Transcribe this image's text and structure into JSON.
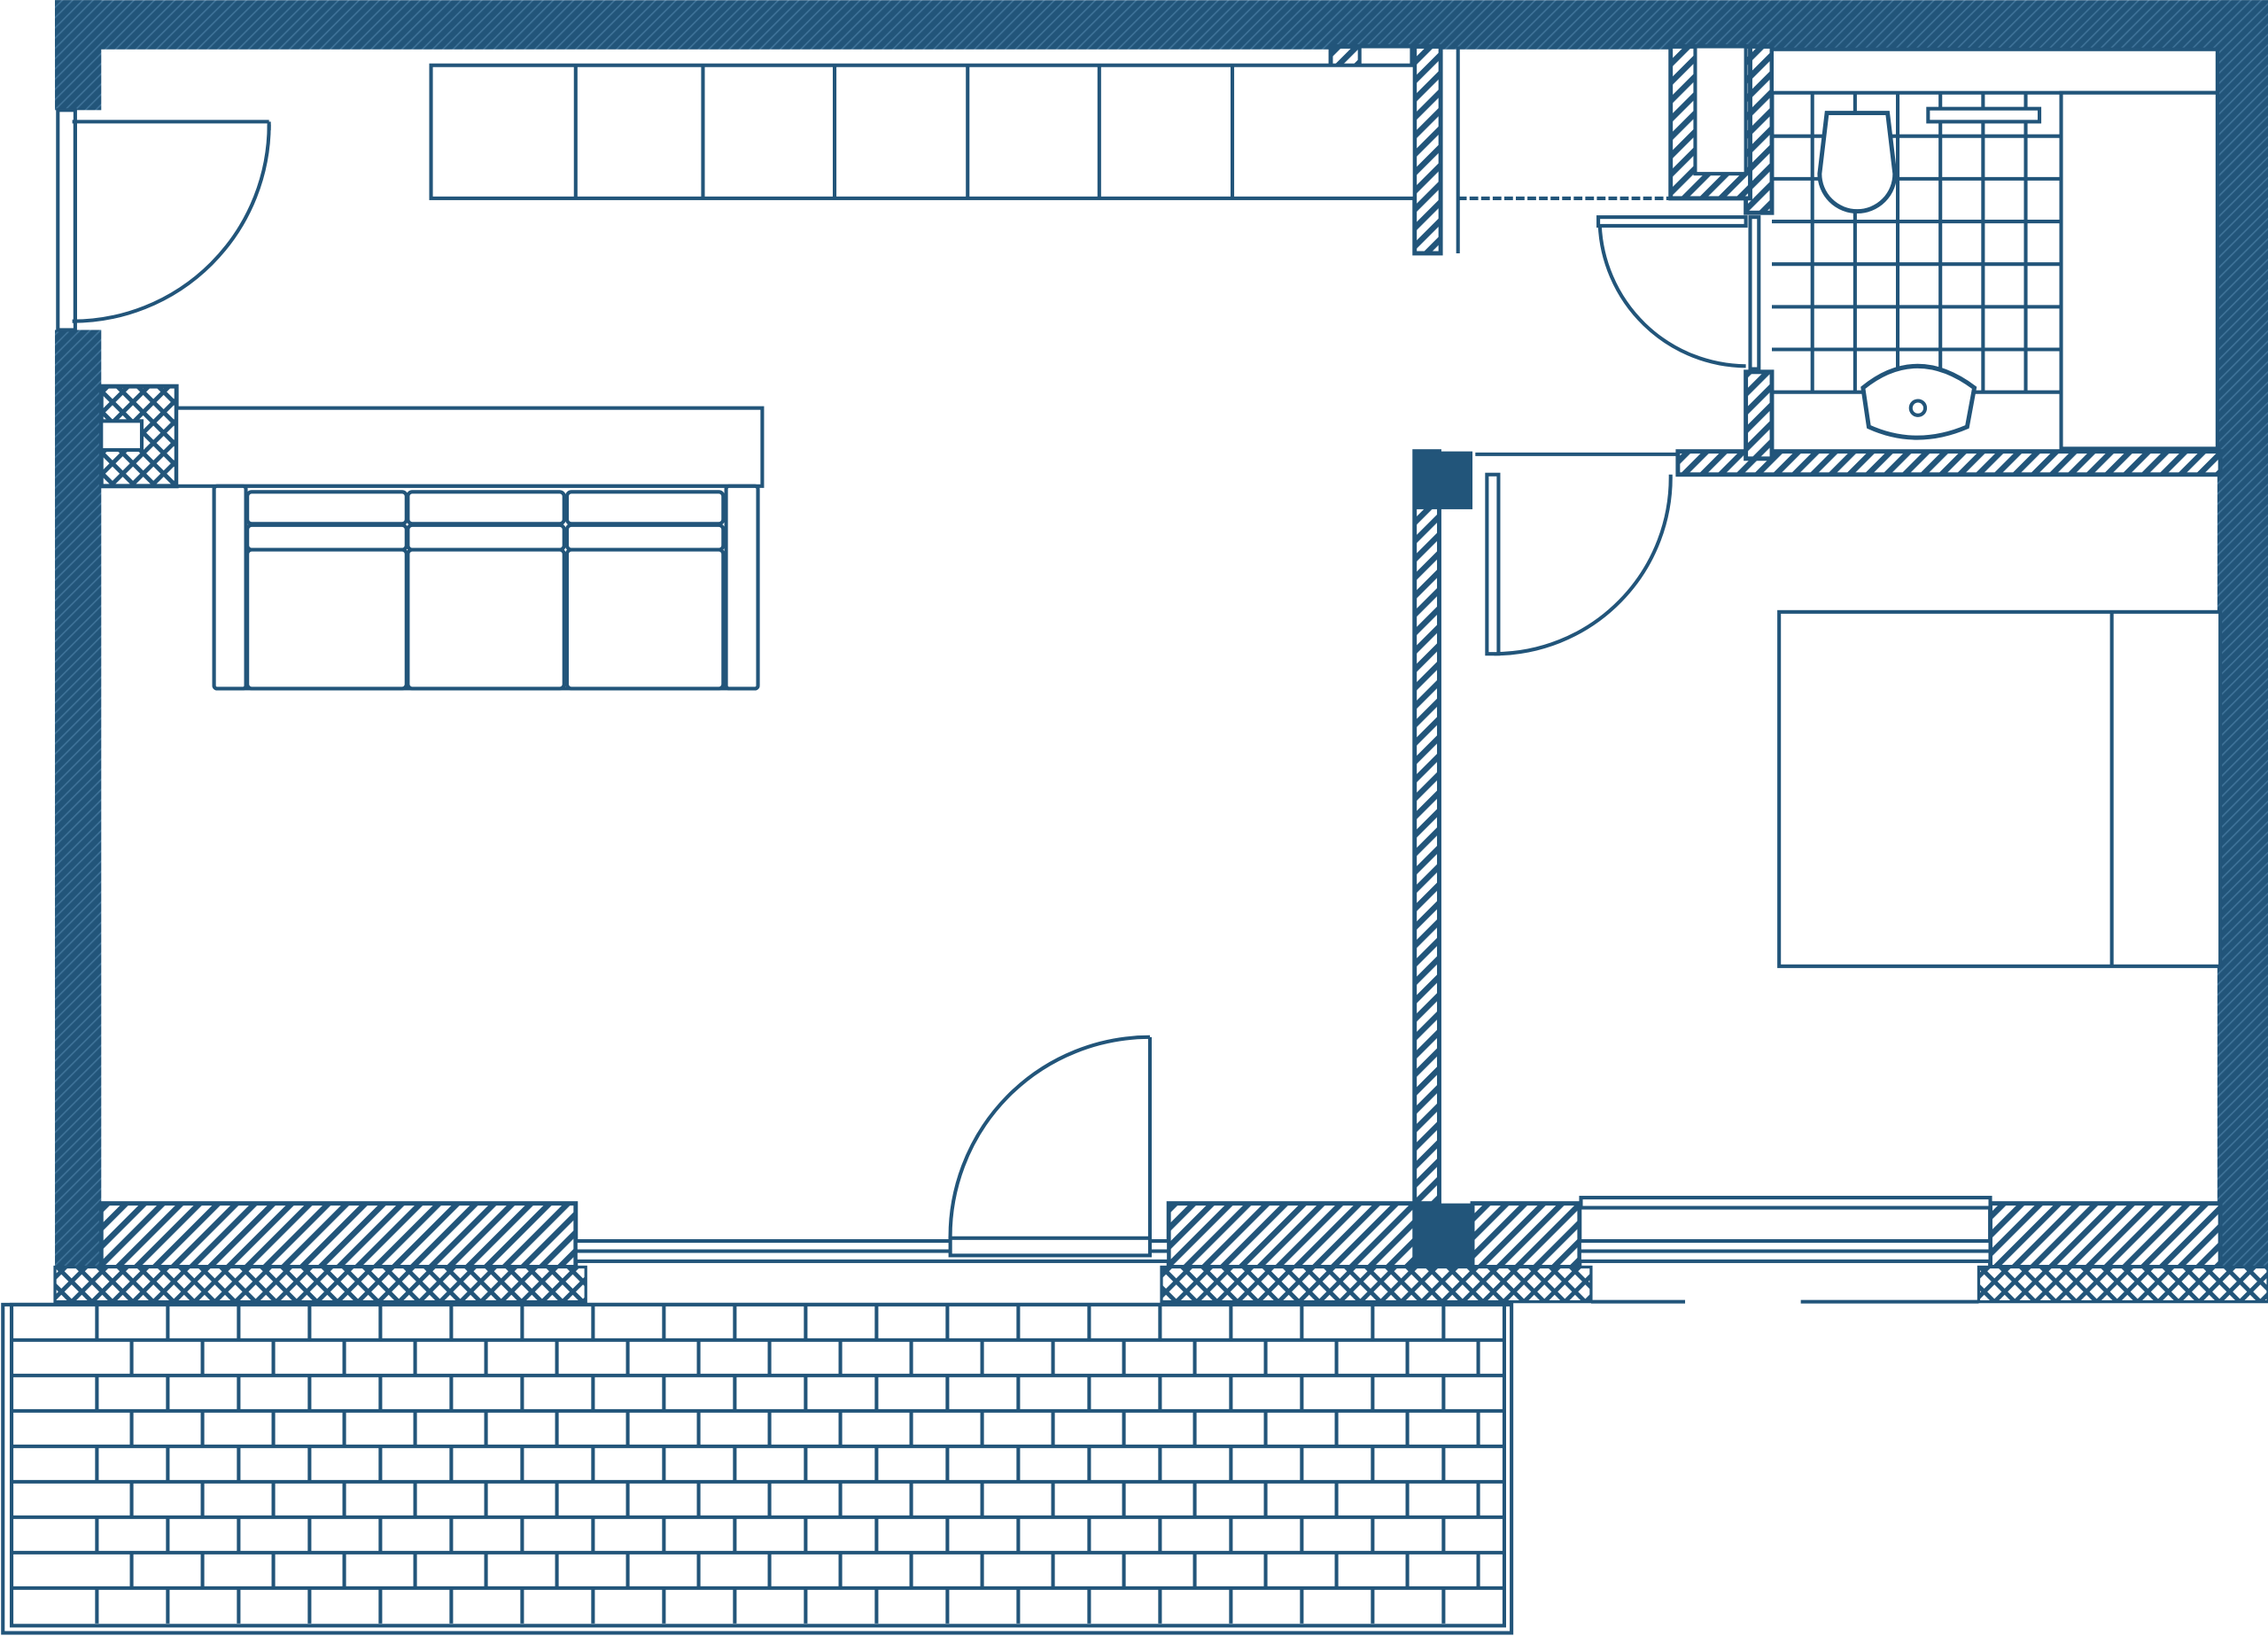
{
  "colors": {
    "line": "#22557a",
    "background": "#ffffff"
  },
  "plan": {
    "rooms": [
      "living-kitchen",
      "bedroom",
      "bathroom",
      "terrace"
    ]
  }
}
